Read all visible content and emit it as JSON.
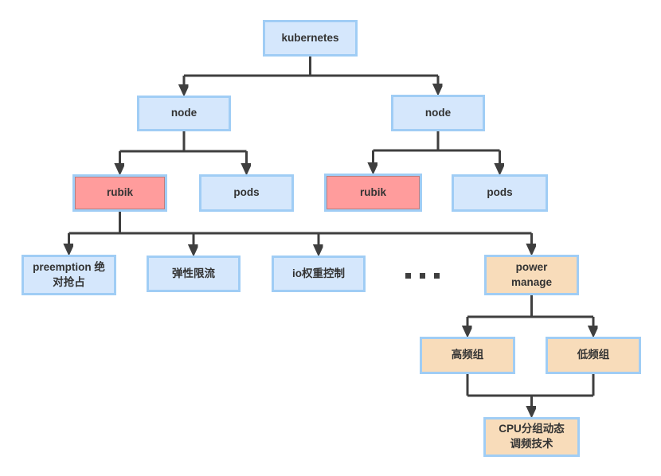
{
  "colors": {
    "line": "#3f3f3f",
    "box_border": "#a0cdf5",
    "blue_fill": "#d5e7fc",
    "pink_fill": "#ff9c9c",
    "orange_fill": "#f8dcba",
    "text": "#333333"
  },
  "nodes": {
    "kubernetes": {
      "label": "kubernetes"
    },
    "node_left": {
      "label": "node"
    },
    "node_right": {
      "label": "node"
    },
    "rubik_left": {
      "label": "rubik"
    },
    "pods_left": {
      "label": "pods"
    },
    "rubik_right": {
      "label": "rubik"
    },
    "pods_right": {
      "label": "pods"
    },
    "preemption": {
      "label": [
        "preemption 绝",
        "对抢占"
      ]
    },
    "elastic_flow_limit": {
      "label": "弹性限流"
    },
    "io_weight_control": {
      "label": "io权重控制"
    },
    "ellipsis": {
      "label": "..."
    },
    "power_manage": {
      "label": [
        "power",
        "manage"
      ]
    },
    "high_freq_group": {
      "label": "高频组"
    },
    "low_freq_group": {
      "label": "低频组"
    },
    "cpu_group_dynamic_freq": {
      "label": [
        "CPU分组动态",
        "调频技术"
      ]
    }
  }
}
